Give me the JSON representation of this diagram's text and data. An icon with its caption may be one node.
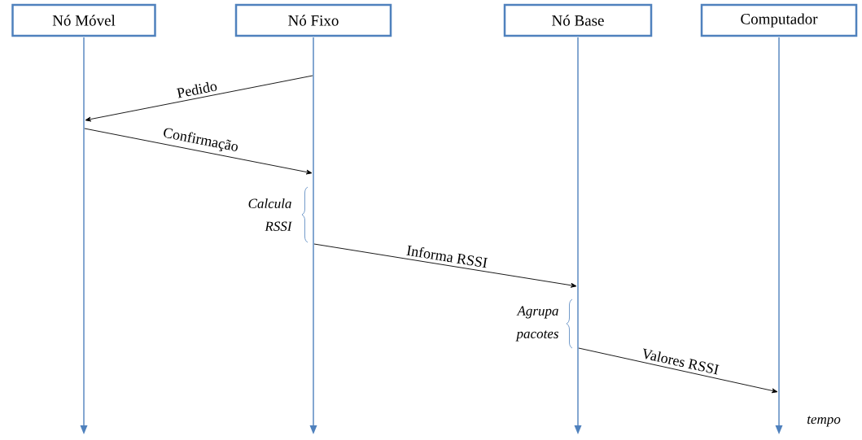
{
  "diagram": {
    "nodes": [
      {
        "text": [
          "Nó Móvel"
        ]
      },
      {
        "text": [
          "Nó Fixo"
        ]
      },
      {
        "text": [
          "Nó Base"
        ]
      },
      {
        "text": [
          "Computador"
        ]
      },
      {
        "text": [],
        "shape": "line"
      },
      {
        "text": [],
        "shape": "line"
      },
      {
        "text": [],
        "shape": "line"
      },
      {
        "text": [],
        "shape": "line"
      }
    ],
    "edges": [
      {
        "from": 5,
        "to": 4,
        "arrow": "to",
        "label": "Pedido"
      },
      {
        "from": 4,
        "to": 5,
        "arrow": "to",
        "label": "Confirmação"
      },
      {
        "from": 5,
        "to": 6,
        "arrow": "to",
        "label": "Informa RSSI"
      },
      {
        "from": 6,
        "to": 7,
        "arrow": "to",
        "label": "Valores RSSI"
      }
    ],
    "labels": [
      "Calcula RSSI",
      "Agrupa pacotes",
      "tempo"
    ]
  }
}
